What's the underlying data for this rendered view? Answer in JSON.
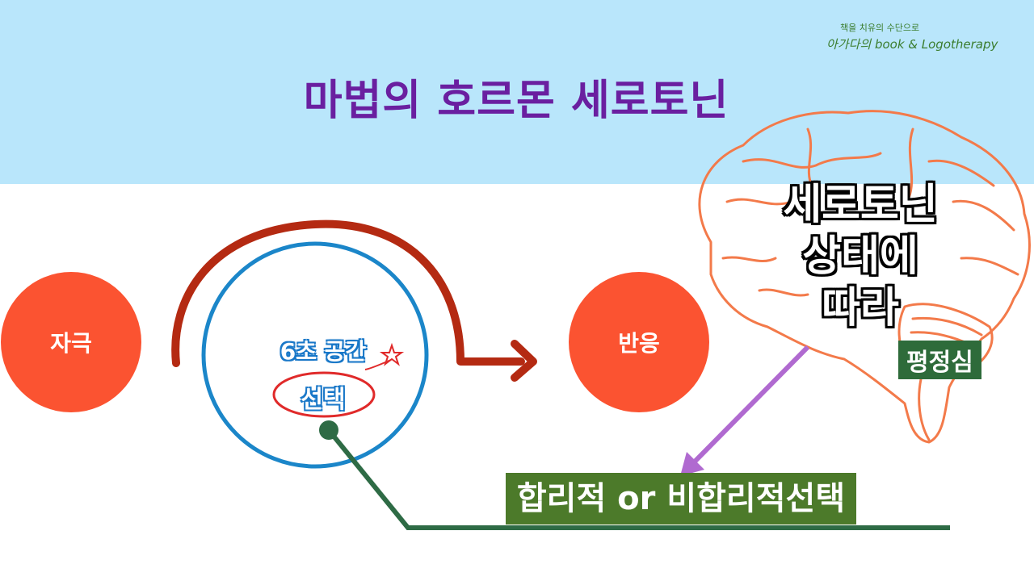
{
  "title": "마법의 호르몬 세로토닌",
  "brand": {
    "tagline": "책을 치유의 수단으로",
    "name": "아가다의 book & Logotherapy"
  },
  "nodes": {
    "stimulus": "자극",
    "response": "반응"
  },
  "center": {
    "gap_label": "6초 공간",
    "choice_label": "선택"
  },
  "brain_note": {
    "line1": "세로토닌",
    "line2": "상태에",
    "line3": "따라"
  },
  "calm_label": "평정심",
  "result_label": "합리적 or 비합리적선택",
  "colors": {
    "header_bg": "#b9e6fb",
    "title": "#6a1fa0",
    "node_fill": "#fb5331",
    "arc": "#b42a12",
    "circle_outline": "#1b86c9",
    "brain_stroke": "#f37a4a",
    "purple_arrow": "#b06ad0",
    "green_line": "#2e6b45",
    "result_bg": "#4c7a2a"
  },
  "icons": [
    "brain-illustration",
    "star-doodle"
  ]
}
